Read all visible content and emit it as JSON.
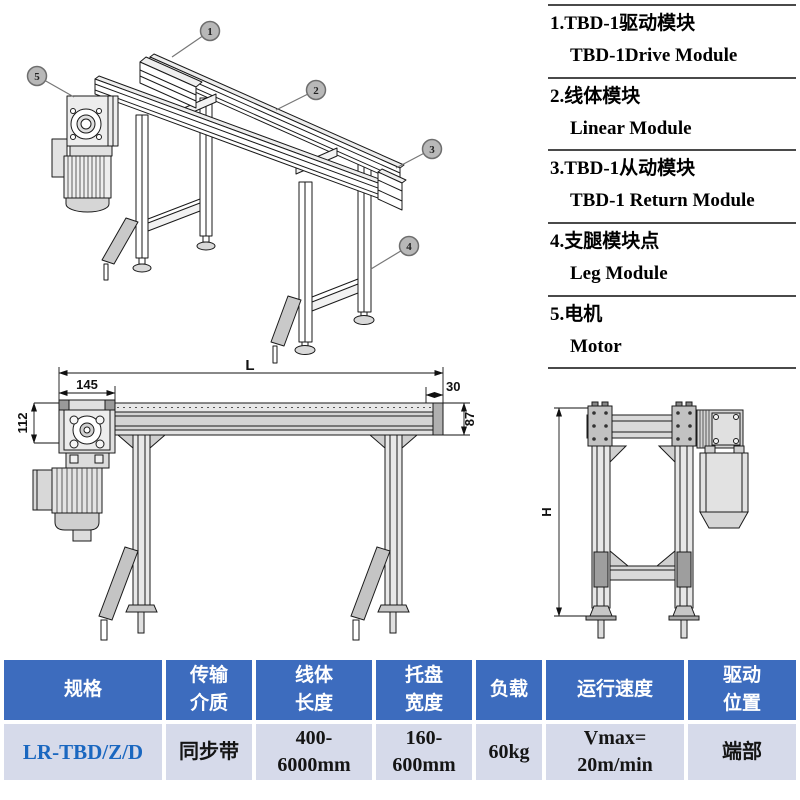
{
  "legend": {
    "items": [
      {
        "zh": "1.TBD-1驱动模块",
        "en": "TBD-1Drive Module"
      },
      {
        "zh": "2.线体模块",
        "en": "Linear Module"
      },
      {
        "zh": "3.TBD-1从动模块",
        "en": "TBD-1 Return Module"
      },
      {
        "zh": "4.支腿模块点",
        "en": "Leg Module"
      },
      {
        "zh": "5.电机",
        "en": "Motor"
      }
    ]
  },
  "iso_view": {
    "callouts": [
      "1",
      "2",
      "3",
      "4",
      "5"
    ]
  },
  "front_view": {
    "dim_total_length": "L",
    "dim_drive_width": "145",
    "dim_drive_height": "112",
    "dim_end_offset": "30",
    "dim_beam_height": "87"
  },
  "side_view": {
    "dim_height": "H"
  },
  "table": {
    "headers": [
      "规格",
      "传输\n介质",
      "线体\n长度",
      "托盘\n宽度",
      "负载",
      "运行速度",
      "驱动\n位置"
    ],
    "row": [
      "LR-TBD/Z/D",
      "同步带",
      "400-\n6000mm",
      "160-\n600mm",
      "60kg",
      "Vmax=\n20m/min",
      "端部"
    ],
    "colors": {
      "header_bg": "#3d6cbe",
      "row_bg": "#d6daea",
      "spec_text": "#1a67c0"
    }
  }
}
